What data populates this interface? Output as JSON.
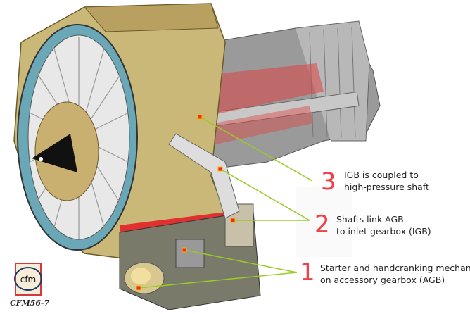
{
  "title": "CFM56-7 engine cutaway: starter and accessory gearbox drive",
  "logo": {
    "text": "cfm",
    "caption": "CFM56-7"
  },
  "callouts": [
    {
      "number": "3",
      "line1": "IGB is coupled to",
      "line2": "high-pressure shaft"
    },
    {
      "number": "2",
      "line1": "Shafts link AGB",
      "line2": "to inlet gearbox (IGB)"
    },
    {
      "number": "1",
      "line1": "Starter and handcranking mechanism",
      "line2": "on accessory gearbox (AGB)"
    }
  ],
  "colors": {
    "leader": "#99cc22",
    "number": "#f0404a",
    "marker": "#e8302a",
    "casing": "#c9b878"
  }
}
